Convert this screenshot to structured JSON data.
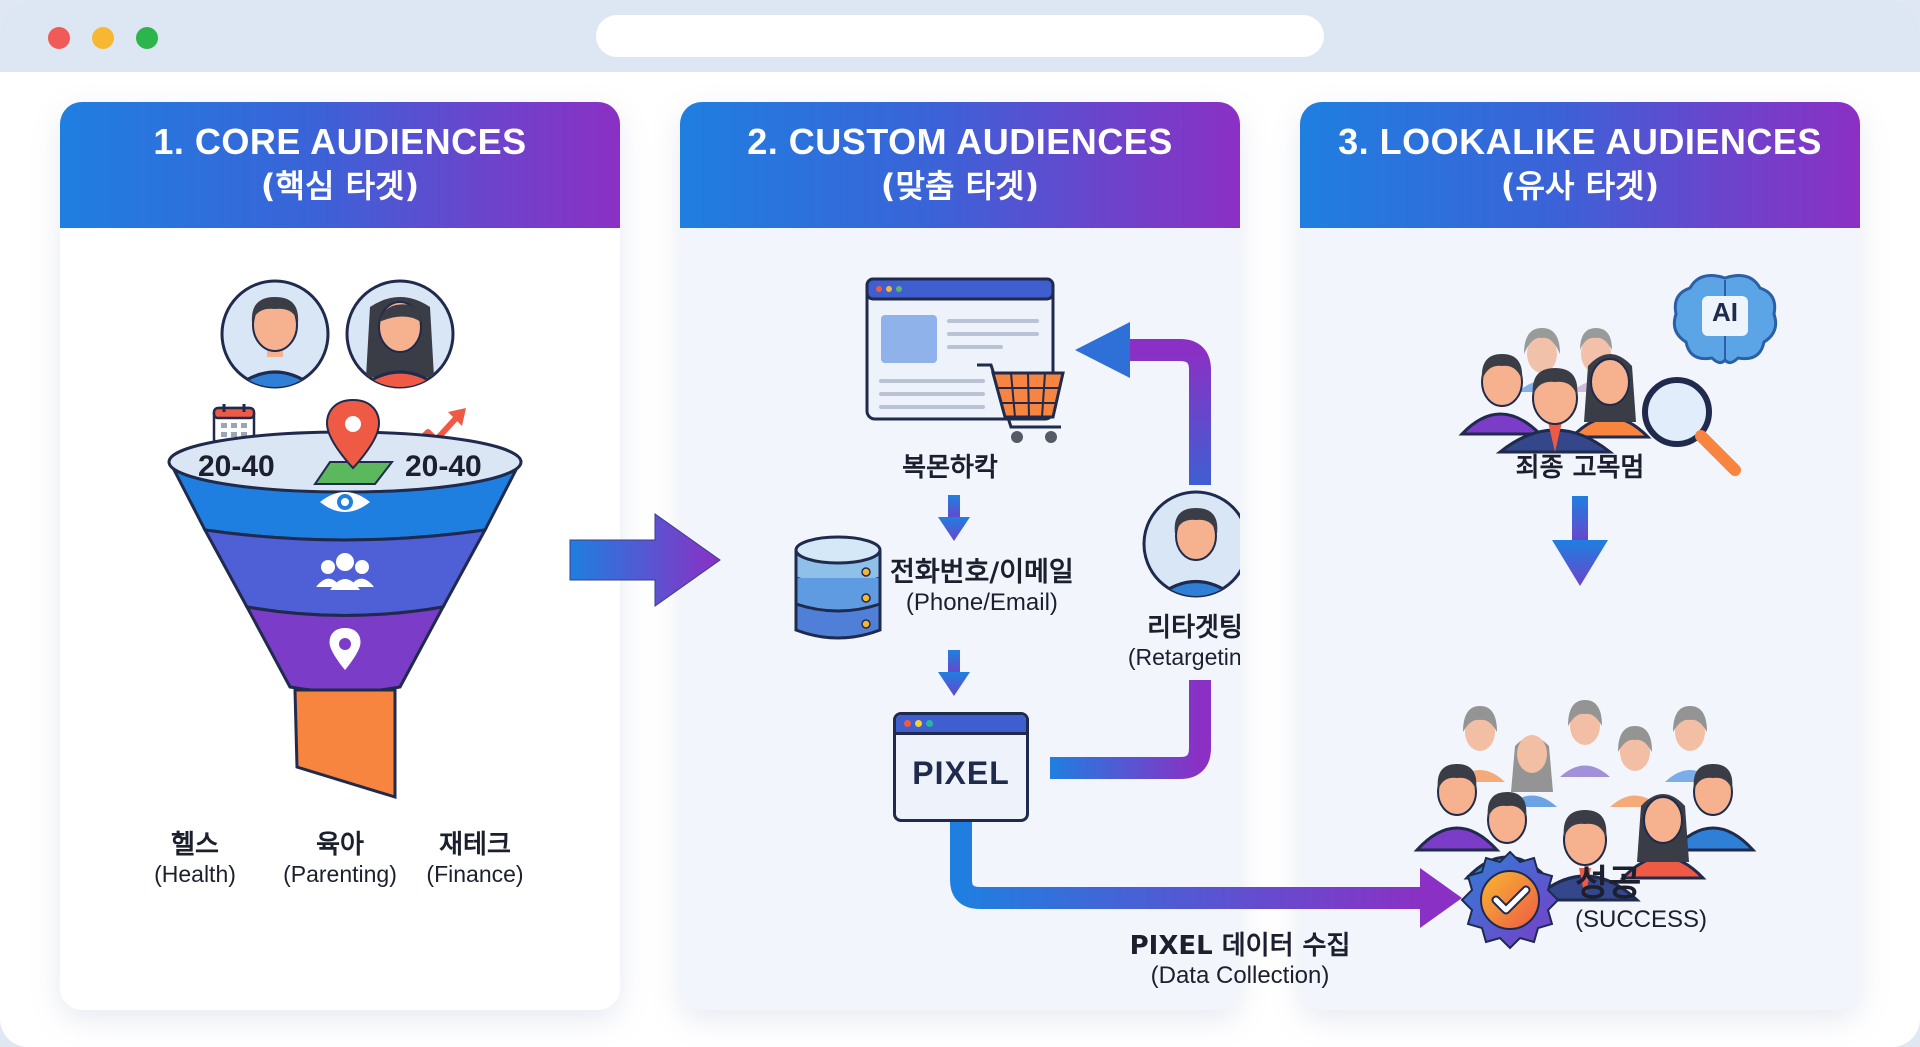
{
  "window": {
    "controls": [
      "close",
      "minimize",
      "maximize"
    ],
    "address_bar": ""
  },
  "panels": [
    {
      "title_en": "1. CORE AUDIENCES",
      "title_ko": "(핵심 타겟)",
      "funnel": {
        "top_left_value": "20-40",
        "top_right_value": "20-40",
        "top_icons": [
          "calendar-icon",
          "map-pin-icon",
          "trend-up-icon"
        ],
        "layers": [
          "eye-icon",
          "group-icon",
          "location-icon"
        ],
        "colors": [
          "#1f7fe0",
          "#4f5fd6",
          "#7b3cc8",
          "#f7843f"
        ]
      },
      "personas": [
        "male-avatar",
        "female-avatar"
      ],
      "categories": [
        {
          "ko": "헬스",
          "en": "(Health)"
        },
        {
          "ko": "육아",
          "en": "(Parenting)"
        },
        {
          "ko": "재테크",
          "en": "(Finance)"
        }
      ]
    },
    {
      "title_en": "2. CUSTOM AUDIENCES",
      "title_ko": "(맞춤 타겟)",
      "website_label": "복몬하칵",
      "database_label_ko": "전화번호/이메일",
      "database_label_en": "(Phone/Email)",
      "pixel_label": "PIXEL",
      "retargeting_ko": "리타겟팅",
      "retargeting_en": "(Retargeting)",
      "data_collection_ko": "PIXEL 데이터 수집",
      "data_collection_en": "(Data Collection)"
    },
    {
      "title_en": "3. LOOKALIKE AUDIENCES",
      "title_ko": "(유사 타겟)",
      "seed_label": "죄종 고목멈",
      "ai_badge": "AI",
      "success_ko": "성공",
      "success_en": "(SUCCESS)"
    }
  ],
  "colors": {
    "blue": "#1f7fe0",
    "purple": "#8b30c4",
    "orange": "#f7843f",
    "red": "#ef5a45",
    "navy": "#1f2a4d"
  }
}
